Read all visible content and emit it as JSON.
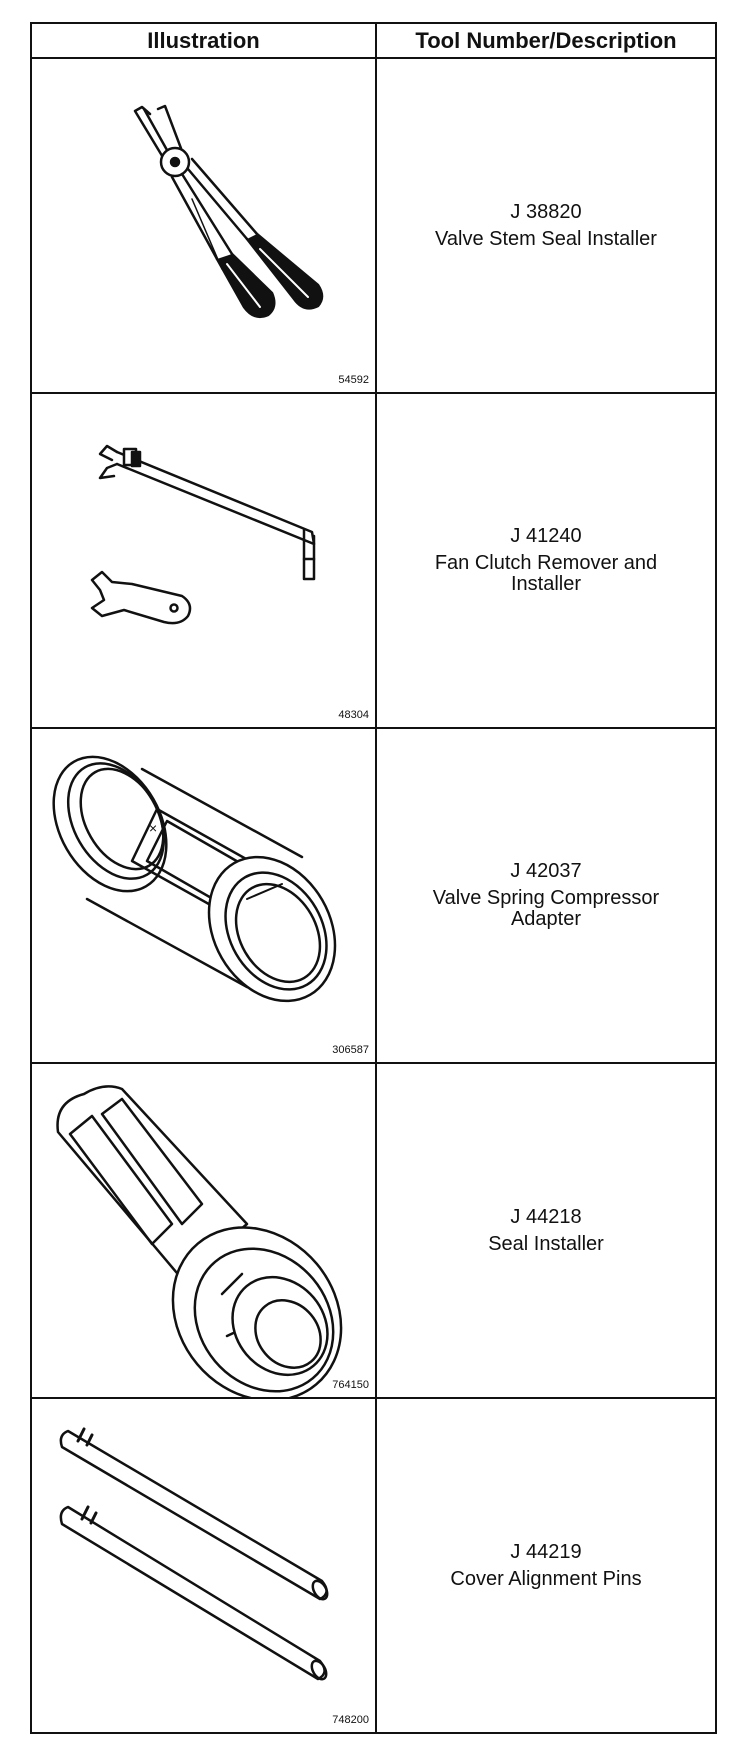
{
  "headers": {
    "illustration": "Illustration",
    "description": "Tool Number/Description"
  },
  "tools": [
    {
      "number": "J 38820",
      "description": "Valve Stem Seal Installer",
      "figure": "54592"
    },
    {
      "number": "J 41240",
      "description": "Fan Clutch Remover and Installer",
      "figure": "48304"
    },
    {
      "number": "J 42037",
      "description": "Valve Spring Compressor Adapter",
      "figure": "306587"
    },
    {
      "number": "J 44218",
      "description": "Seal Installer",
      "figure": "764150"
    },
    {
      "number": "J 44219",
      "description": "Cover Alignment Pins",
      "figure": "748200"
    }
  ]
}
